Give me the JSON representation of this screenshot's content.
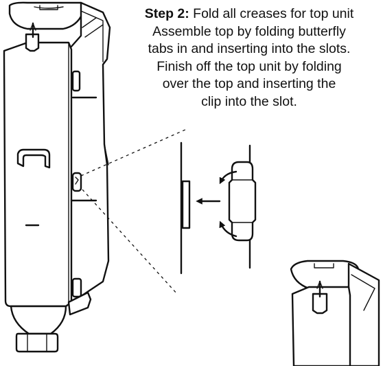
{
  "step": {
    "heading": "Step 2:",
    "lines": [
      " Fold all creases for top unit",
      "Assemble top by folding butterfly",
      "tabs in and inserting into the slots.",
      "Finish off the top unit by folding",
      "over the top and inserting the",
      "clip into the slot."
    ]
  },
  "icons": {
    "main": "assembled-tower-illustration",
    "detail": "tab-insertion-detail",
    "finished": "finished-top-unit"
  }
}
